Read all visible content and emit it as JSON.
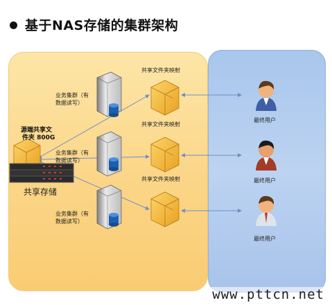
{
  "header": {
    "title": "基于NAS存储的集群架构"
  },
  "storage": {
    "source_label_line1": "源端共享文",
    "source_label_line2": "件夹 800G",
    "area_label": "共享存储"
  },
  "share_map_label": "共享文件夹映射",
  "servers": [
    {
      "line1": "业务集群（有",
      "line2": "数据读写）"
    },
    {
      "line1": "业务集群（有",
      "line2": "数据读写）"
    },
    {
      "line1": "业务集群（有",
      "line2": "数据读写）"
    }
  ],
  "users": [
    {
      "label": "最终用户"
    },
    {
      "label": "最终用户"
    },
    {
      "label": "最终用户"
    }
  ],
  "watermark": "www.pttcn.net",
  "colors": {
    "left_panel": "#fbd587",
    "right_panel": "#a9c6ec",
    "folder_box": "#f4b73a",
    "arrow": "#6e8fc4"
  }
}
